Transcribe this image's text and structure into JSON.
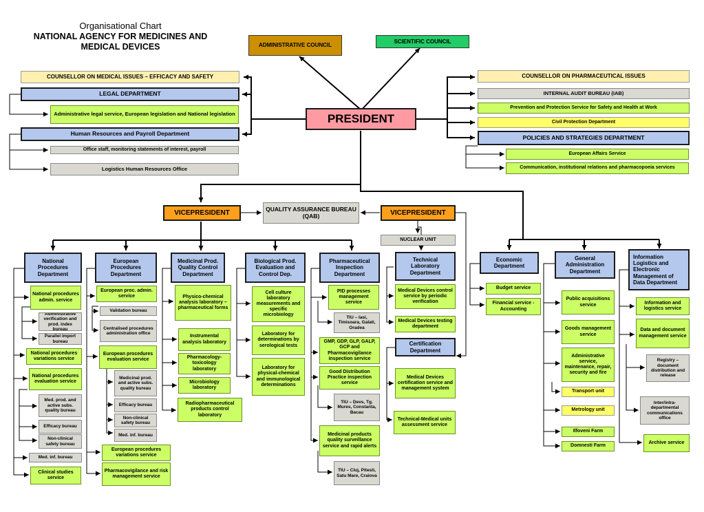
{
  "title": {
    "line1": "Organisational Chart",
    "line2": "NATIONAL AGENCY FOR MEDICINES AND MEDICAL DEVICES"
  },
  "top": {
    "admin_council": "ADMINISTRATIVE COUNCIL",
    "scientific_council": "SCIENTIFIC COUNCIL",
    "president": "PRESIDENT"
  },
  "left_upper": {
    "counsellor_medical": "COUNSELLOR ON MEDICAL ISSUES – EFFICACY AND SAFETY",
    "legal_department": "LEGAL DEPARTMENT",
    "admin_legal_service": "Administrative legal service, European legislation and National legislation",
    "hr_payroll": "Human Resources and Payroll Department",
    "office_staff": "Office staff, monitoring statements of interest, payroll",
    "logistics_hr": "Logistics Human Resources Office"
  },
  "right_upper": {
    "counsellor_pharma": "COUNSELLOR ON PHARMACEUTICAL ISSUES",
    "internal_audit": "INTERNAL AUDIT BUREAU (IAB)",
    "prevention_protection": "Prevention and Protection Service for Safety and Health at Work",
    "civil_protection": "Civil Protection Department",
    "policies_strategies": "POLICIES AND STRATEGIES DEPARTMENT",
    "european_affairs": "European Affairs Service",
    "communication": "Communication, institutional relations and pharmacopoeia services"
  },
  "middle": {
    "vicepresident_left": "VICEPRESIDENT",
    "quality_assurance": "QUALITY ASSURANCE BUREAU (QAB)",
    "vicepresident_right": "VICEPRESIDENT",
    "nuclear_unit": "NUCLEAR UNIT"
  },
  "national": {
    "head": "National Procedures Department",
    "admin_service": "National procedures admin. service",
    "admin_verification": "Administrative verification and prod. index bureau",
    "parallel_import": "Parallel import bureau",
    "variations": "National procedures variations service",
    "evaluation": "National procedures evaluation service",
    "med_prod_quality": "Med. prod. and active subs. quality bureau",
    "efficacy": "Efficacy bureau",
    "non_clinical": "Non-clinical safety bureau",
    "med_inf": "Med. inf. bureau",
    "clinical_studies": "Clinical studies service"
  },
  "european": {
    "head": "European Procedures Department",
    "admin_service": "European proc. admin. service",
    "validation": "Validation bureau",
    "centralised": "Centralised procedures administration office",
    "evaluation": "European procedures evaluation service",
    "med_prod_quality": "Medicinal prod. and active subs. quality bureau",
    "efficacy": "Efficacy bureau",
    "non_clinical": "Non-clinical safety bureau",
    "med_inf": "Med. inf. bureau",
    "variations": "European procedures variations service",
    "pharmacovigilance": "Pharmacovigilance and risk management service"
  },
  "qcd": {
    "head": "Medicinal Prod. Quality Control Department",
    "physico": "Physico-chemical analysis laboratory – pharmaceutical forms",
    "instrumental": "Instrumental analysis laboratory",
    "pharmacology": "Pharmacology-toxicology laboratory",
    "microbiology": "Microbiology laboratory",
    "radio": "Radiopharmaceutical products control laboratory"
  },
  "bio": {
    "head": "Biological Prod. Evaluation and Control Dep.",
    "cell_culture": "Cell culture laboratory measurements and specific microbiology",
    "serological": "Laboratory for determinations by serological tests",
    "physical_chemical": "Laboratory for physical-chemical and immunological determinations"
  },
  "inspection": {
    "head": "Pharmaceutical Inspection Department",
    "pid_processes": "PID processes management service",
    "tiu1": "TIU – Iasi, Timisoara, Galati, Oradea",
    "gmp": "GMP, GDP, GLP, GALP, GCP and Pharmacovigilance inspection service",
    "gdp": "Good Distribution Practice inspection service",
    "tiu2": "TIU – Devs, Tg. Mures, Constanta, Bacau",
    "surveillance": "Medicinal products quality surveillance service and rapid alerts",
    "tiu3": "TIU – Cluj, Pitesti, Satu Mare, Craiova"
  },
  "technical": {
    "head": "Technical Laboratory Department",
    "periodic": "Medical Devices control service by periodic verification",
    "testing": "Medical Devices testing department",
    "certification_head": "Certification Department",
    "certification_service": "Medical Devices certification service and management system",
    "technical_medical": "Technical-Medical units assessment service"
  },
  "economic": {
    "head": "Economic Department",
    "budget": "Budget service",
    "financial": "Financial service - Accounting"
  },
  "general": {
    "head": "General Administration Department",
    "public_acq": "Public acquisitions service",
    "goods": "Goods management service",
    "admin_maint": "Administrative service, maintenance, repair, security and fire",
    "transport": "Transport unit",
    "metrology": "Metrology unit",
    "ilfoveni": "Ilfoveni Farm",
    "domnesti": "Domnesti Farm"
  },
  "info": {
    "head": "Information Logistics and Electronic Management of Data Department",
    "logistics": "Information and logistics service",
    "data_doc": "Data and document management service",
    "registry": "Registry – document distribution and release",
    "inter_intra": "Inter/intra-departmental communications office",
    "archive": "Archive service"
  }
}
